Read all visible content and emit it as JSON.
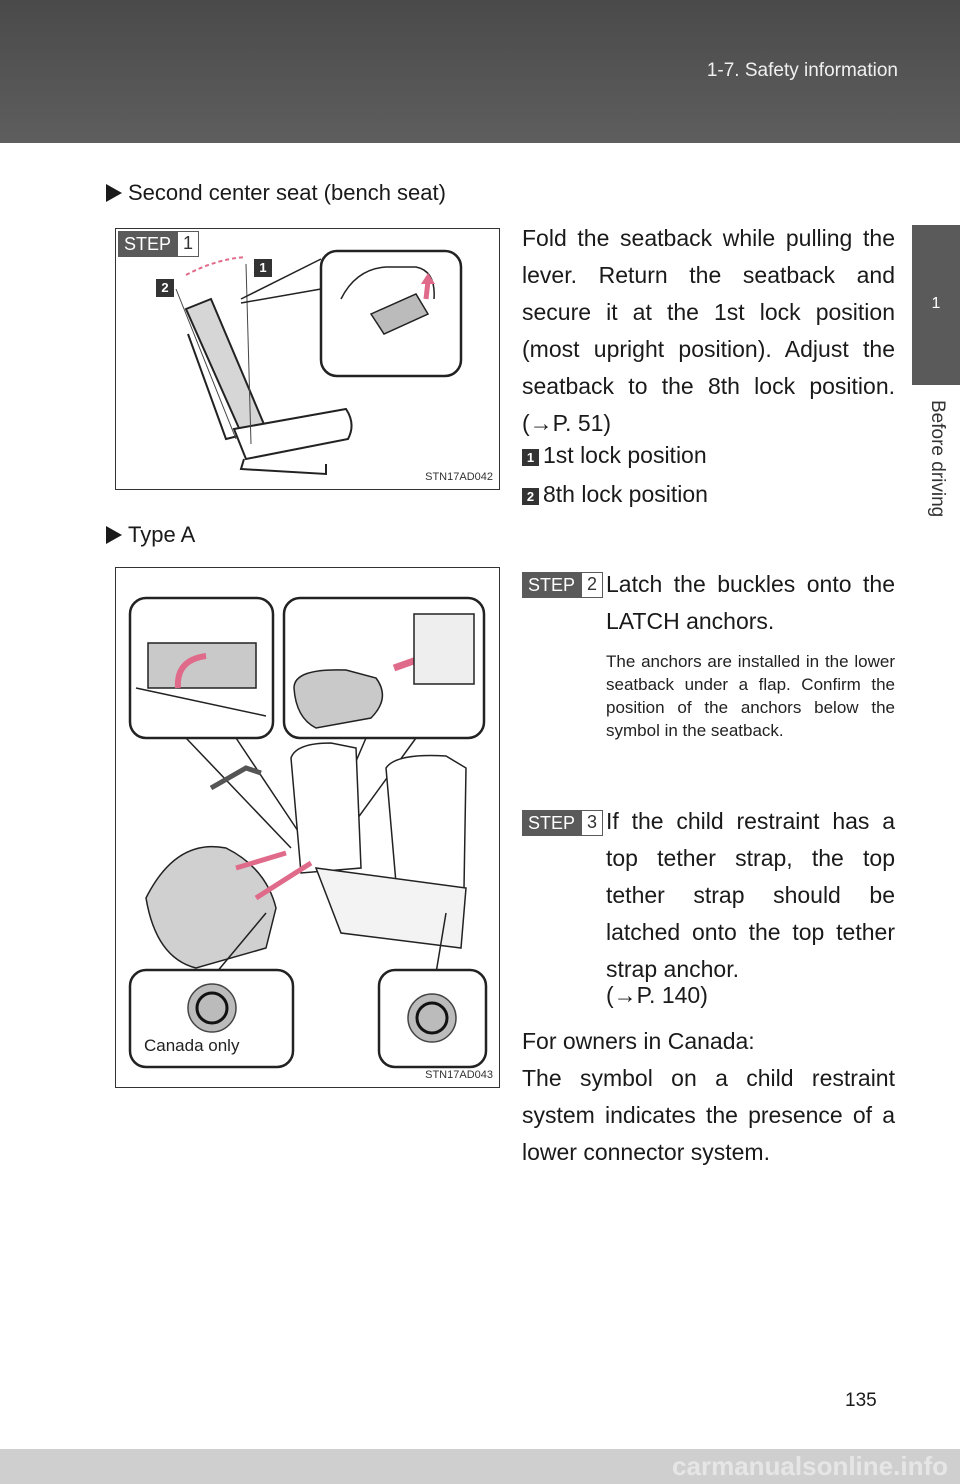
{
  "header": {
    "title": "1-7. Safety information"
  },
  "side_tab": {
    "number": "1",
    "label": "Before driving"
  },
  "sec1": {
    "heading": "Second center seat (bench seat)"
  },
  "fig1": {
    "step": "STEP",
    "step_num": "1",
    "marker1": "1",
    "marker2": "2",
    "code": "STN17AD042"
  },
  "step1": {
    "text": "Fold the seatback while pulling the lever. Return the seatback and secure it at the 1st lock posi­tion (most upright position). Adjust the seatback to the 8th lock position. (→P. 51)",
    "items": [
      {
        "num": "1",
        "label": "1st lock position"
      },
      {
        "num": "2",
        "label": "8th lock position"
      }
    ]
  },
  "sec2": {
    "heading": "Type A"
  },
  "fig2": {
    "caption": "Canada only",
    "code": "STN17AD043"
  },
  "step2": {
    "label": "STEP",
    "num": "2",
    "text": "Latch the buckles onto the LATCH anchors.",
    "note": "The anchors are installed in the lower seatback under a flap. Confirm the position of the anchors below the sym­bol in the seatback."
  },
  "step3": {
    "label": "STEP",
    "num": "3",
    "text": "If the child restraint has a top tether strap, the top tether strap should be latched onto the top tether strap anchor.",
    "ref": "(→P. 140)"
  },
  "canada": {
    "heading": "For owners in Canada:",
    "text": "The symbol on a child restraint system indicates the presence of a lower connector system."
  },
  "page_number": "135",
  "footer": {
    "watermark": "carmanualsonline.info"
  }
}
